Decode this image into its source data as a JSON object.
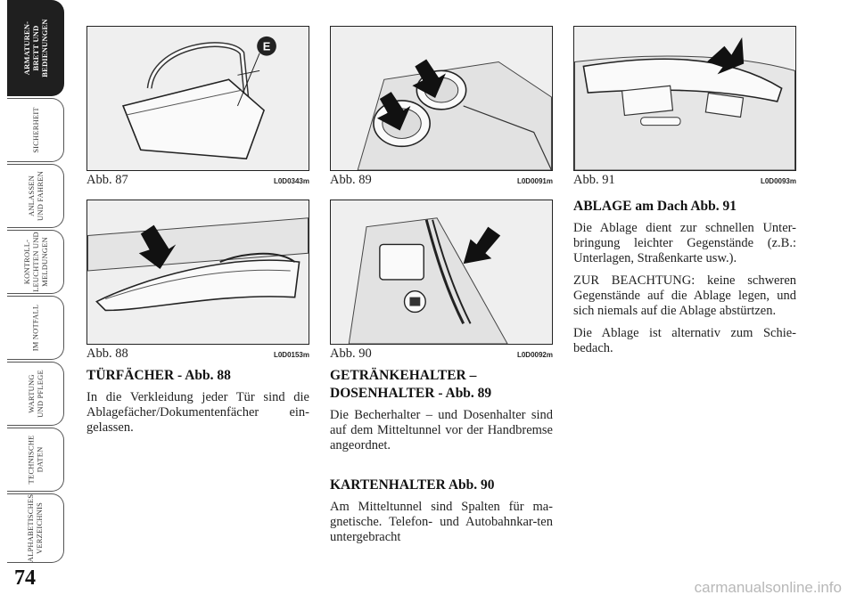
{
  "sidebar": {
    "tabs": [
      {
        "label": "ARMATUREN-\nBRETT UND\nBEDIENUNGEN",
        "active": true
      },
      {
        "label": "SICHERHEIT",
        "active": false
      },
      {
        "label": "ANLASSEN\nUND FAHREN",
        "active": false
      },
      {
        "label": "KONTROLL-\nLEUCHTEN UND\nMELDUNGEN",
        "active": false
      },
      {
        "label": "IM NOTFALL",
        "active": false
      },
      {
        "label": "WARTUNG\nUND PFLEGE",
        "active": false
      },
      {
        "label": "TECHNISCHE\nDATEN",
        "active": false
      },
      {
        "label": "ALPHABETISCHES\nVERZEICHNIS",
        "active": false
      }
    ]
  },
  "page_number": "74",
  "figures": [
    {
      "label": "Abb. 87",
      "code": "L0D0343m",
      "marker": "E"
    },
    {
      "label": "Abb. 88",
      "code": "L0D0153m"
    },
    {
      "label": "Abb. 89",
      "code": "L0D0091m"
    },
    {
      "label": "Abb. 90",
      "code": "L0D0092m"
    },
    {
      "label": "Abb. 91",
      "code": "L0D0093m"
    }
  ],
  "sections": {
    "doors": {
      "heading": "TÜRFÄCHER - Abb. 88",
      "text": "In die Verkleidung jeder Tür sind die Ablagefächer/Dokumentenfächer ein-gelassen."
    },
    "cupholder": {
      "heading": "GETRÄNKEHALTER – DOSENHALTER - Abb. 89",
      "text": "Die Becherhalter – und Dosenhalter sind auf dem Mitteltunnel vor der Handbremse angeordnet."
    },
    "cardholder": {
      "heading": "KARTENHALTER Abb. 90",
      "text": "Am Mitteltunnel sind Spalten für ma-gnetische. Telefon- und Autobahnkar-ten untergebracht"
    },
    "roof": {
      "heading": "ABLAGE am Dach Abb. 91",
      "p1": "Die Ablage dient zur schnellen Unter-bringung leichter Gegenstände (z.B.: Unterlagen, Straßenkarte usw.).",
      "p2": "ZUR BEACHTUNG: keine schweren Gegenstände auf die Ablage legen, und sich niemals auf die Ablage abstürtzen.",
      "p3": "Die Ablage ist alternativ zum Schie-bedach."
    }
  },
  "watermark": "carmanualsonline.info"
}
